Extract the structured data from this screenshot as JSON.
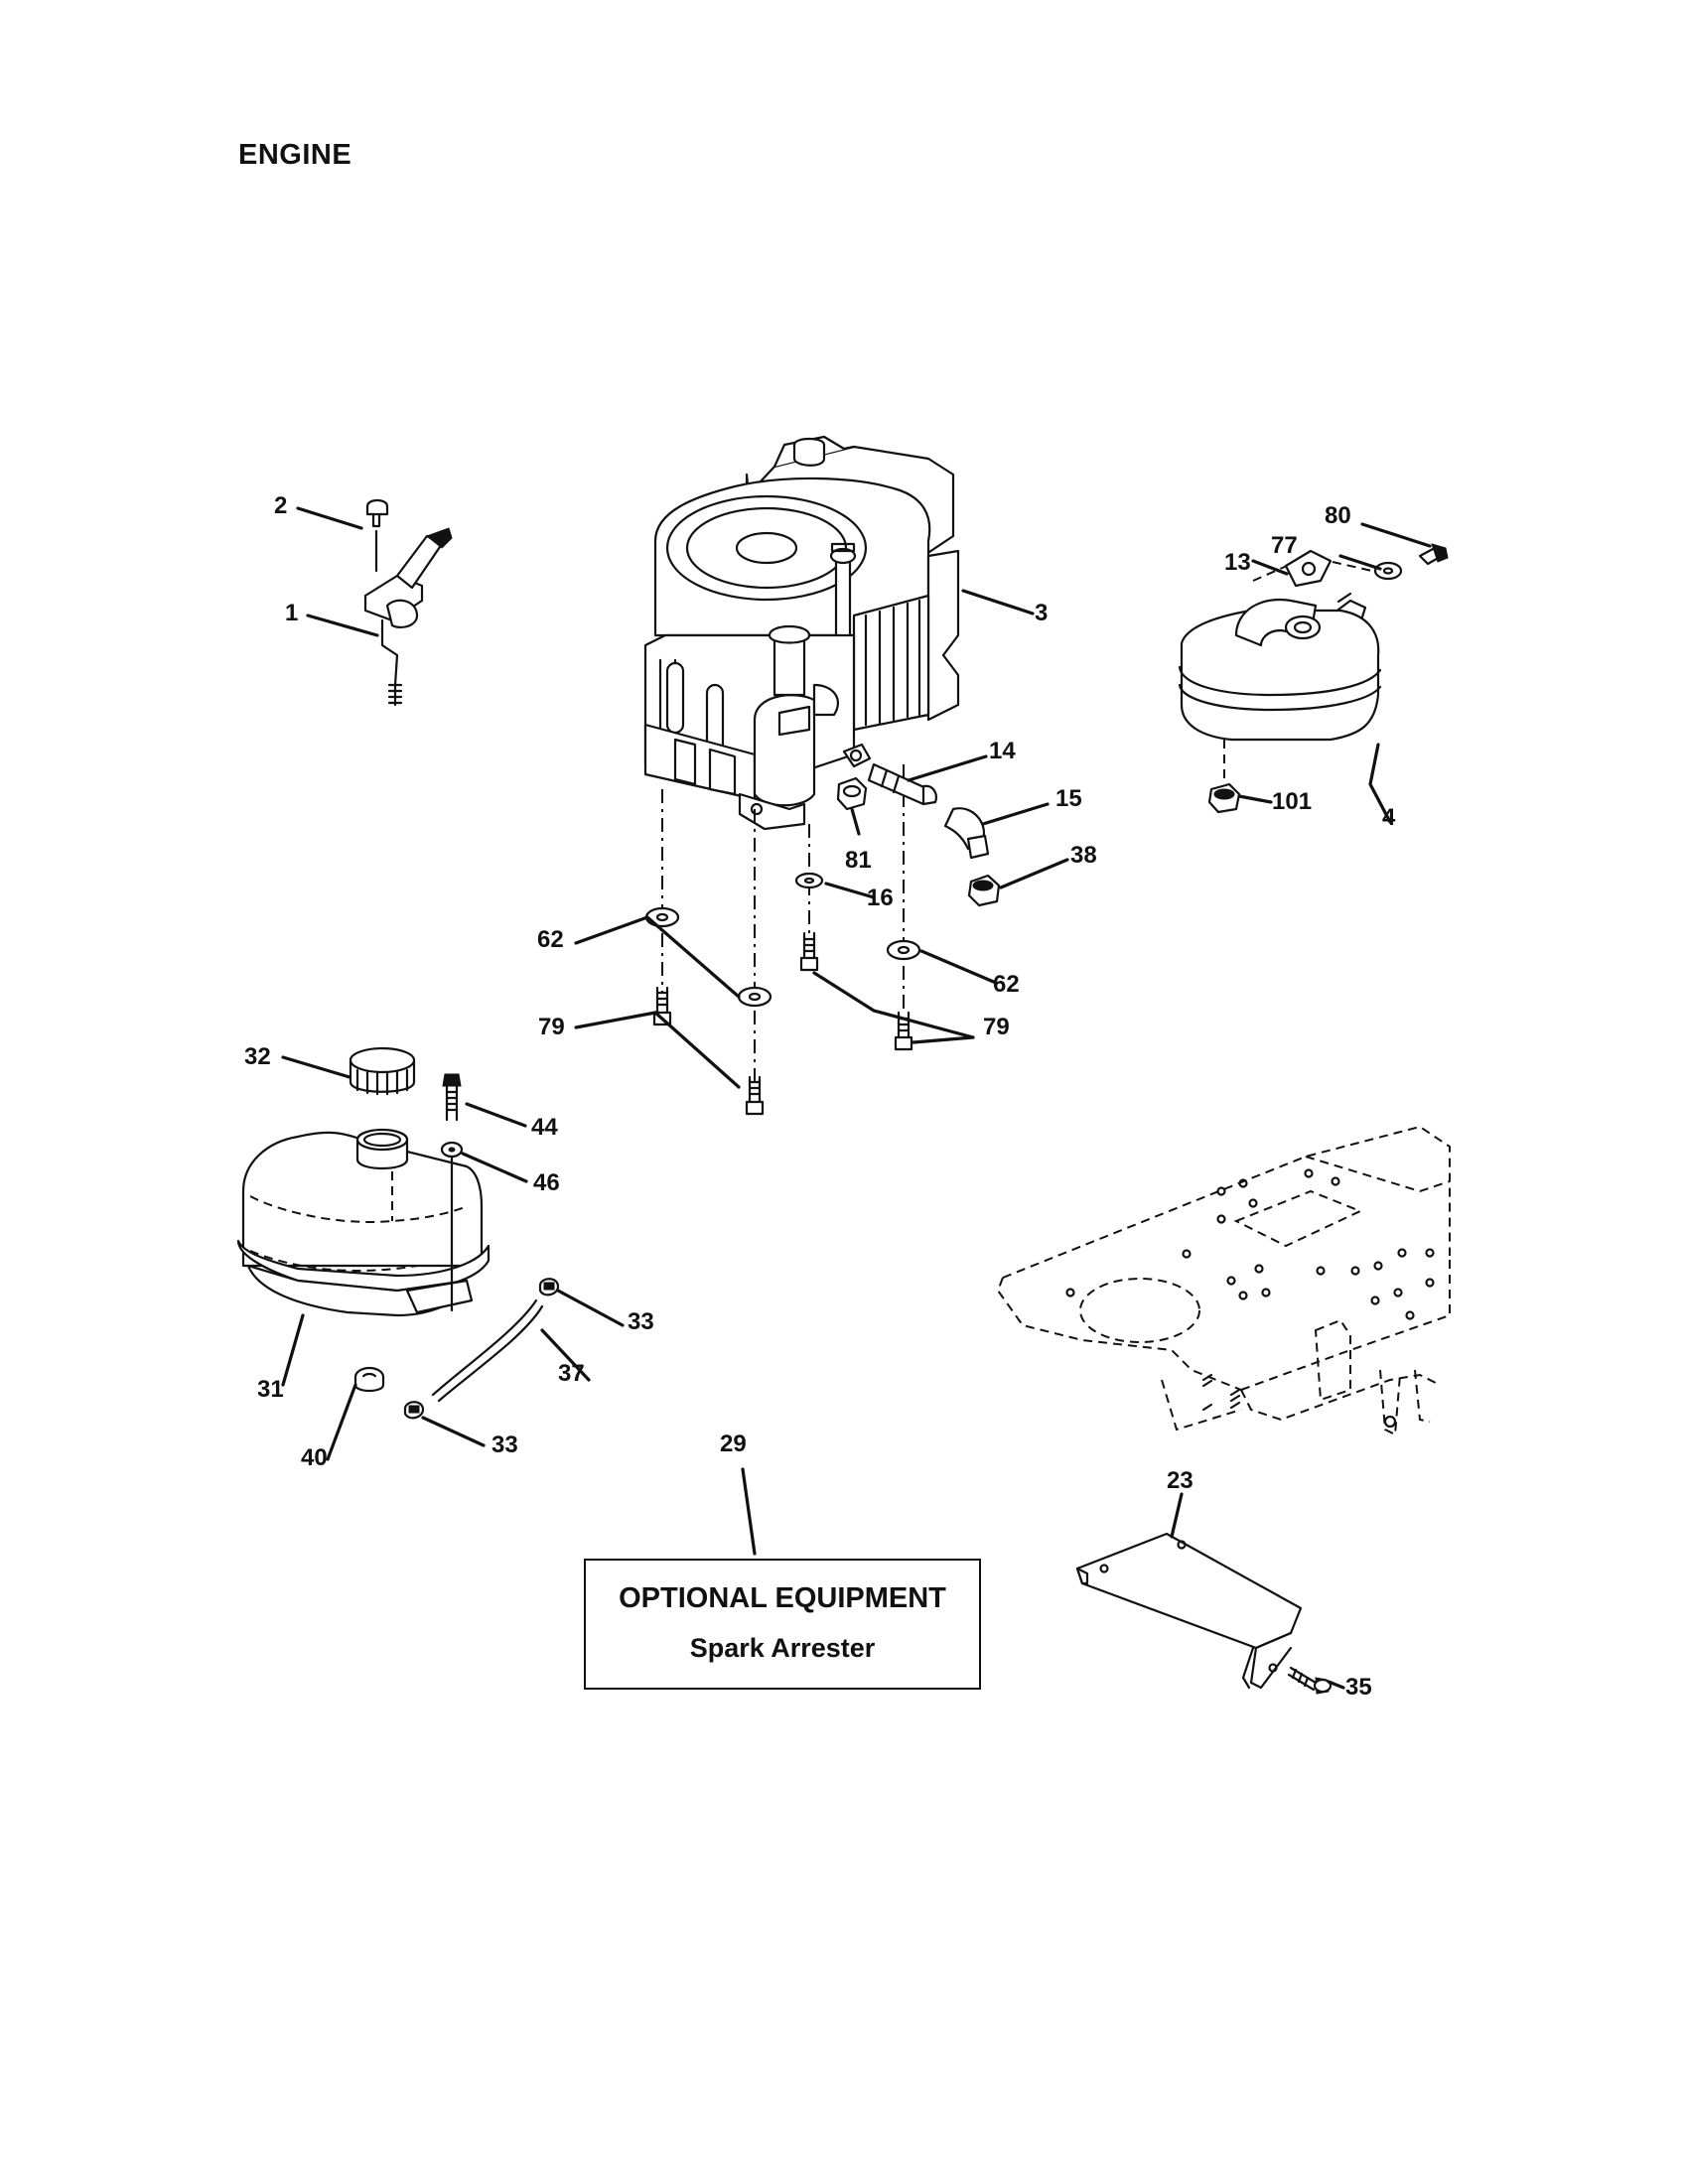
{
  "title": "ENGINE",
  "optional_box": {
    "line1": "OPTIONAL EQUIPMENT",
    "line2": "Spark Arrester"
  },
  "callouts": {
    "c1": "1",
    "c2": "2",
    "c3": "3",
    "c4": "4",
    "c13": "13",
    "c14": "14",
    "c15": "15",
    "c16": "16",
    "c23": "23",
    "c29": "29",
    "c31": "31",
    "c32": "32",
    "c33a": "33",
    "c33b": "33",
    "c35": "35",
    "c37": "37",
    "c38": "38",
    "c40": "40",
    "c44": "44",
    "c46": "46",
    "c62a": "62",
    "c62b": "62",
    "c77": "77",
    "c79a": "79",
    "c79b": "79",
    "c80": "80",
    "c81": "81",
    "c101": "101"
  }
}
